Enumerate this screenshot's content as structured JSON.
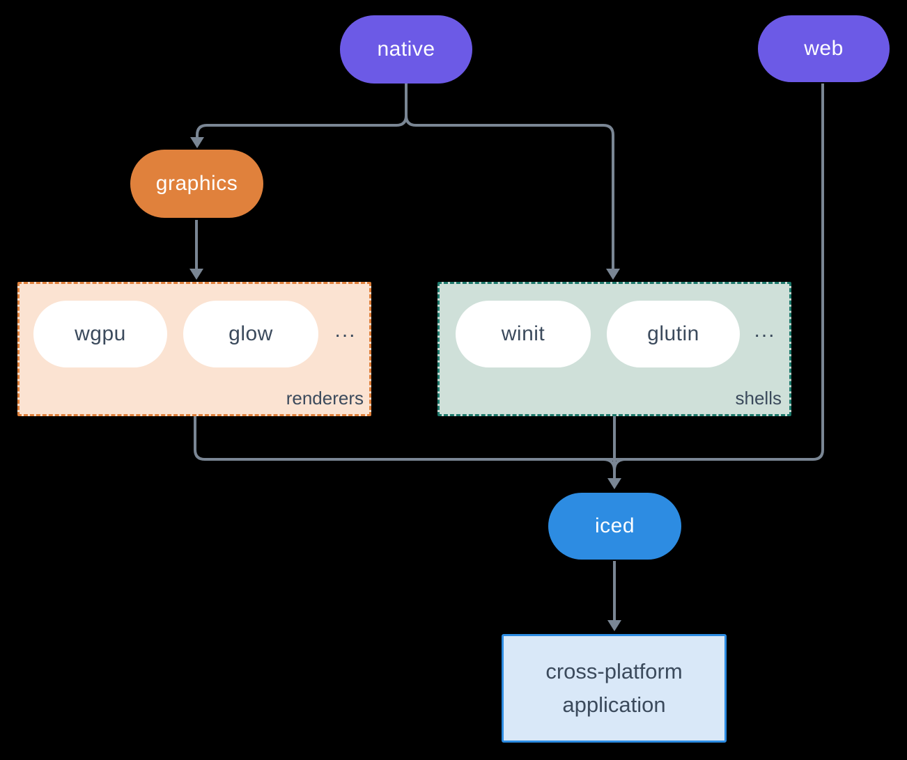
{
  "diagram": {
    "background_color": "#000000",
    "line_color": "#7a8694",
    "nodes": {
      "native": {
        "label": "native",
        "color": "#6c5ae6",
        "text_color": "#ffffff"
      },
      "web": {
        "label": "web",
        "color": "#6c5ae6",
        "text_color": "#ffffff"
      },
      "graphics": {
        "label": "graphics",
        "color": "#e0813c",
        "text_color": "#ffffff"
      },
      "wgpu": {
        "label": "wgpu",
        "color": "#ffffff",
        "text_color": "#3b4a5c"
      },
      "glow": {
        "label": "glow",
        "color": "#ffffff",
        "text_color": "#3b4a5c"
      },
      "winit": {
        "label": "winit",
        "color": "#ffffff",
        "text_color": "#3b4a5c"
      },
      "glutin": {
        "label": "glutin",
        "color": "#ffffff",
        "text_color": "#3b4a5c"
      },
      "iced": {
        "label": "iced",
        "color": "#2d8ce2",
        "text_color": "#ffffff"
      },
      "app": {
        "label_line1": "cross-platform",
        "label_line2": "application",
        "fill_color": "#d9e8f8",
        "border_color": "#2d8ce2",
        "text_color": "#3b4a5c"
      }
    },
    "groups": {
      "renderers": {
        "label": "renderers",
        "ellipsis": "...",
        "fill_color": "#fbe3d2",
        "border_color": "#e0813c"
      },
      "shells": {
        "label": "shells",
        "ellipsis": "...",
        "fill_color": "#cfe0d9",
        "border_color": "#1e7a6c"
      }
    }
  }
}
